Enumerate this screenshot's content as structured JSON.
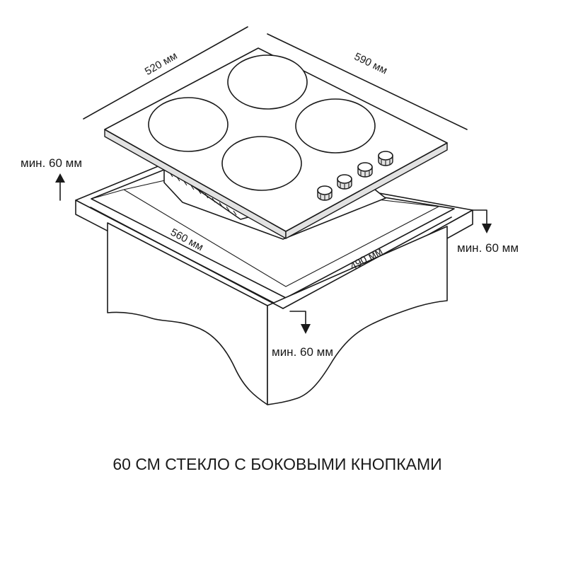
{
  "dimensions": {
    "hob_depth": "520 мм",
    "hob_width": "590 мм",
    "cutout_width": "560 мм",
    "cutout_depth": "490 мм"
  },
  "clearances": {
    "back": "мин. 60 мм",
    "right": "мин. 60 мм",
    "front": "мин. 60 мм"
  },
  "caption": "60 СМ СТЕКЛО С БОКОВЫМИ КНОПКАМИ"
}
